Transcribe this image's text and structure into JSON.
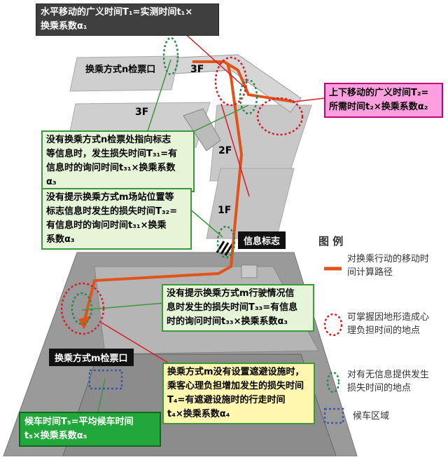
{
  "top_box": {
    "line1": "水平移动的广义时间T₁=实测时间t₁×",
    "line2": "换乘系数α₁"
  },
  "gate_n": "换乘方式n检票口",
  "floors": {
    "f3_upper": "3F",
    "f3_lower": "3F",
    "f2": "2F",
    "f1": "1F"
  },
  "pink_box": {
    "line1": "上下移动的广义时间T₂=",
    "line2": "所需时间t₂×换乘系数α₂"
  },
  "green_box_1": {
    "line1": "没有换乘方式n检票处指向标志",
    "line2": "等信息时，发生损失时间T₃₁=有",
    "line3": "信息时的询问时间t₃₁×换乘系数",
    "line4": "α₃"
  },
  "green_box_2": {
    "line1": "没有提示换乘方式m场站位置等",
    "line2": "标志信息时发生的损失时间T₃₂=",
    "line3": "有信息时的询问时间t₃₁×换乘",
    "line4": "系数α₃"
  },
  "info_sign": "信息标志",
  "green_box_3": {
    "line1": "没有提示换乘方式m行驶情况信",
    "line2": "息时发生的损失时间T₃₃=有信息",
    "line3": "时的询问时间t₃₃×换乘系数α₃"
  },
  "gate_m": "换乘方式m检票口",
  "yellow_box": {
    "line1": "换乘方式m没有设置遮避设施时，",
    "line2": "乘客心理负担增加发生的损失时间",
    "line3": "T₄=有遮避设施时的行走时间",
    "line4": "t₄×换乘系数α₄"
  },
  "dkgreen_box": {
    "line1": "候车时间T₅=平均候车时间",
    "line2": "t₅×换乘系数α₅"
  },
  "legend": {
    "title": "图 例",
    "item1": {
      "line1": "对换乘行动的移动时",
      "line2": "间计算路径"
    },
    "item2": {
      "line1": "可掌握因地形造成心",
      "line2": "理负担时间的地点"
    },
    "item3": {
      "line1": "对有无信息提供发生",
      "line2": "损失时间的地点"
    },
    "item4": {
      "line1": "候车区域"
    }
  },
  "colors": {
    "path": "#e0541a",
    "red_marker": "#d81c2a",
    "green_marker": "#2a8a4a",
    "blue_marker": "#3a5aa8",
    "connector": "#3a9a3a"
  }
}
